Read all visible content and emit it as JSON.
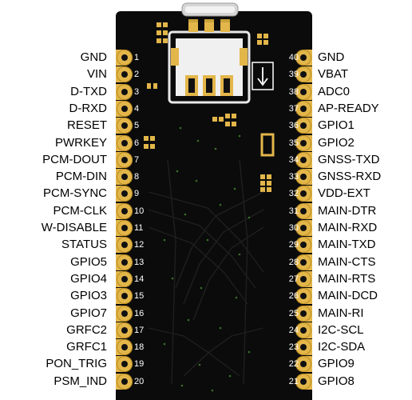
{
  "left_pins": [
    {
      "num": "1",
      "label": "GND"
    },
    {
      "num": "2",
      "label": "VIN"
    },
    {
      "num": "3",
      "label": "D-TXD"
    },
    {
      "num": "4",
      "label": "D-RXD"
    },
    {
      "num": "5",
      "label": "RESET"
    },
    {
      "num": "6",
      "label": "PWRKEY"
    },
    {
      "num": "7",
      "label": "PCM-DOUT"
    },
    {
      "num": "8",
      "label": "PCM-DIN"
    },
    {
      "num": "9",
      "label": "PCM-SYNC"
    },
    {
      "num": "10",
      "label": "PCM-CLK"
    },
    {
      "num": "11",
      "label": "W-DISABLE"
    },
    {
      "num": "12",
      "label": "STATUS"
    },
    {
      "num": "13",
      "label": "GPIO5"
    },
    {
      "num": "14",
      "label": "GPIO4"
    },
    {
      "num": "15",
      "label": "GPIO3"
    },
    {
      "num": "16",
      "label": "GPIO7"
    },
    {
      "num": "17",
      "label": "GRFC2"
    },
    {
      "num": "18",
      "label": "GRFC1"
    },
    {
      "num": "19",
      "label": "PON_TRIG"
    },
    {
      "num": "20",
      "label": "PSM_IND"
    }
  ],
  "right_pins": [
    {
      "num": "40",
      "label": "GND"
    },
    {
      "num": "39",
      "label": "VBAT"
    },
    {
      "num": "38",
      "label": "ADC0"
    },
    {
      "num": "37",
      "label": "AP-READY"
    },
    {
      "num": "36",
      "label": "GPIO1"
    },
    {
      "num": "35",
      "label": "GPIO2"
    },
    {
      "num": "34",
      "label": "GNSS-TXD"
    },
    {
      "num": "33",
      "label": "GNSS-RXD"
    },
    {
      "num": "32",
      "label": "VDD-EXT"
    },
    {
      "num": "31",
      "label": "MAIN-DTR"
    },
    {
      "num": "30",
      "label": "MAIN-RXD"
    },
    {
      "num": "29",
      "label": "MAIN-TXD"
    },
    {
      "num": "28",
      "label": "MAIN-CTS"
    },
    {
      "num": "27",
      "label": "MAIN-RTS"
    },
    {
      "num": "26",
      "label": "MAIN-DCD"
    },
    {
      "num": "25",
      "label": "MAIN-RI"
    },
    {
      "num": "24",
      "label": "I2C-SCL"
    },
    {
      "num": "23",
      "label": "I2C-SDA"
    },
    {
      "num": "22",
      "label": "GPIO9"
    },
    {
      "num": "21",
      "label": "GPIO8"
    }
  ],
  "colors": {
    "board": "#0b0b0b",
    "pad_gold": "#e3b64a",
    "silkscreen": "#ffffff",
    "connector_metal": "#e9e9e9",
    "trace": "#1c1c1c"
  },
  "icons": [
    "usb-c-connector",
    "sim-card-slot",
    "sim-insert-arrow-icon"
  ]
}
